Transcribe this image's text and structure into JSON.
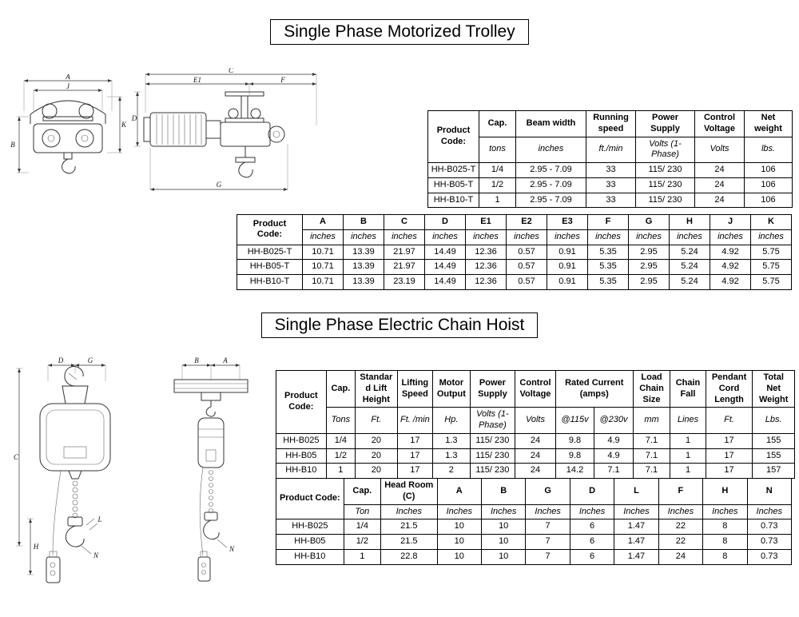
{
  "titles": {
    "trolley": "Single Phase Motorized Trolley",
    "hoist": "Single Phase Electric Chain Hoist"
  },
  "tables": {
    "trolley_spec": {
      "head": [
        [
          {
            "t": "Product Code:",
            "rs": 2
          },
          {
            "t": "Cap."
          },
          {
            "t": "Beam width"
          },
          {
            "t": "Running speed"
          },
          {
            "t": "Power Supply"
          },
          {
            "t": "Control Voltage"
          },
          {
            "t": "Net weight"
          }
        ],
        [
          {
            "t": "tons"
          },
          {
            "t": "inches"
          },
          {
            "t": "ft./min"
          },
          {
            "t": "Volts (1-Phase)"
          },
          {
            "t": "Volts"
          },
          {
            "t": "lbs."
          }
        ]
      ],
      "rows": [
        [
          "HH-B025-T",
          "1/4",
          "2.95 - 7.09",
          "33",
          "115/ 230",
          "24",
          "106"
        ],
        [
          "HH-B05-T",
          "1/2",
          "2.95 - 7.09",
          "33",
          "115/ 230",
          "24",
          "106"
        ],
        [
          "HH-B10-T",
          "1",
          "2.95 - 7.09",
          "33",
          "115/ 230",
          "24",
          "106"
        ]
      ]
    },
    "trolley_dims": {
      "head": [
        [
          {
            "t": "Product Code:",
            "rs": 2
          },
          {
            "t": "A"
          },
          {
            "t": "B"
          },
          {
            "t": "C"
          },
          {
            "t": "D"
          },
          {
            "t": "E1"
          },
          {
            "t": "E2"
          },
          {
            "t": "E3"
          },
          {
            "t": "F"
          },
          {
            "t": "G"
          },
          {
            "t": "H"
          },
          {
            "t": "J"
          },
          {
            "t": "K"
          }
        ],
        [
          {
            "t": "inches"
          },
          {
            "t": "inches"
          },
          {
            "t": "inches"
          },
          {
            "t": "inches"
          },
          {
            "t": "inches"
          },
          {
            "t": "inches"
          },
          {
            "t": "inches"
          },
          {
            "t": "inches"
          },
          {
            "t": "inches"
          },
          {
            "t": "inches"
          },
          {
            "t": "inches"
          },
          {
            "t": "inches"
          }
        ]
      ],
      "rows": [
        [
          "HH-B025-T",
          "10.71",
          "13.39",
          "21.97",
          "14.49",
          "12.36",
          "0.57",
          "0.91",
          "5.35",
          "2.95",
          "5.24",
          "4.92",
          "5.75"
        ],
        [
          "HH-B05-T",
          "10.71",
          "13.39",
          "21.97",
          "14.49",
          "12.36",
          "0.57",
          "0.91",
          "5.35",
          "2.95",
          "5.24",
          "4.92",
          "5.75"
        ],
        [
          "HH-B10-T",
          "10.71",
          "13.39",
          "23.19",
          "14.49",
          "12.36",
          "0.57",
          "0.91",
          "5.35",
          "2.95",
          "5.24",
          "4.92",
          "5.75"
        ]
      ]
    },
    "hoist_spec": {
      "head": [
        [
          {
            "t": "Product Code:",
            "rs": 2
          },
          {
            "t": "Cap."
          },
          {
            "t": "Standard Lift Height"
          },
          {
            "t": "Lifting Speed"
          },
          {
            "t": "Motor Output"
          },
          {
            "t": "Power Supply"
          },
          {
            "t": "Control Voltage"
          },
          {
            "t": "Rated Current (amps)",
            "cs": 2
          },
          {
            "t": "Load Chain Size"
          },
          {
            "t": "Chain Fall"
          },
          {
            "t": "Pendant Cord Length"
          },
          {
            "t": "Total Net Weight"
          }
        ],
        [
          {
            "t": "Tons"
          },
          {
            "t": "Ft."
          },
          {
            "t": "Ft. /min"
          },
          {
            "t": "Hp."
          },
          {
            "t": "Volts (1-Phase)"
          },
          {
            "t": "Volts"
          },
          {
            "t": "@115v"
          },
          {
            "t": "@230v"
          },
          {
            "t": "mm"
          },
          {
            "t": "Lines"
          },
          {
            "t": "Ft."
          },
          {
            "t": "Lbs."
          }
        ]
      ],
      "rows": [
        [
          "HH-B025",
          "1/4",
          "20",
          "17",
          "1.3",
          "115/ 230",
          "24",
          "9.8",
          "4.9",
          "7.1",
          "1",
          "17",
          "155"
        ],
        [
          "HH-B05",
          "1/2",
          "20",
          "17",
          "1.3",
          "115/ 230",
          "24",
          "9.8",
          "4.9",
          "7.1",
          "1",
          "17",
          "155"
        ],
        [
          "HH-B10",
          "1",
          "20",
          "17",
          "2",
          "115/ 230",
          "24",
          "14.2",
          "7.1",
          "7.1",
          "1",
          "17",
          "157"
        ]
      ]
    },
    "hoist_dims": {
      "head": [
        [
          {
            "t": "Product Code:",
            "rs": 2
          },
          {
            "t": "Cap."
          },
          {
            "t": "Head Room (C)"
          },
          {
            "t": "A"
          },
          {
            "t": "B"
          },
          {
            "t": "G"
          },
          {
            "t": "D"
          },
          {
            "t": "L"
          },
          {
            "t": "F"
          },
          {
            "t": "H"
          },
          {
            "t": "N"
          }
        ],
        [
          {
            "t": "Ton"
          },
          {
            "t": "Inches"
          },
          {
            "t": "Inches"
          },
          {
            "t": "Inches"
          },
          {
            "t": "Inches"
          },
          {
            "t": "Inches"
          },
          {
            "t": "Inches"
          },
          {
            "t": "Inches"
          },
          {
            "t": "Inches"
          },
          {
            "t": "Inches"
          }
        ]
      ],
      "rows": [
        [
          "HH-B025",
          "1/4",
          "21.5",
          "10",
          "10",
          "7",
          "6",
          "1.47",
          "22",
          "8",
          "0.73"
        ],
        [
          "HH-B05",
          "1/2",
          "21.5",
          "10",
          "10",
          "7",
          "6",
          "1.47",
          "22",
          "8",
          "0.73"
        ],
        [
          "HH-B10",
          "1",
          "22.8",
          "10",
          "10",
          "7",
          "6",
          "1.47",
          "24",
          "8",
          "0.73"
        ]
      ]
    }
  },
  "drawings": {
    "trolley_front": {
      "labels": [
        "A",
        "J",
        "K",
        "B"
      ]
    },
    "trolley_side": {
      "labels": [
        "C",
        "E1",
        "F",
        "D",
        "G"
      ]
    },
    "hoist_front": {
      "labels": [
        "D",
        "G",
        "C",
        "L",
        "N",
        "H"
      ]
    },
    "hoist_side": {
      "labels": [
        "B",
        "A",
        "N"
      ]
    }
  }
}
